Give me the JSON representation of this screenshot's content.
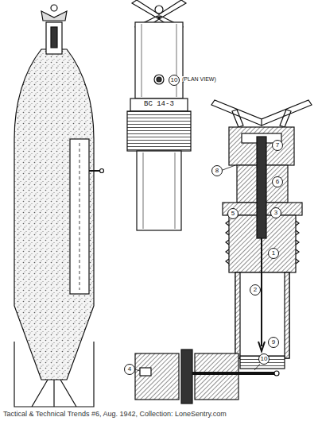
{
  "diagram": {
    "caption": "Tactical & Technical Trends #6, Aug. 1942, Collection: LoneSentry.com",
    "labels": [
      "10",
      "(PLAN VIEW)",
      "BC 14-3",
      "7",
      "8",
      "6",
      "5",
      "3",
      "1",
      "2",
      "9",
      "4",
      "10"
    ]
  }
}
